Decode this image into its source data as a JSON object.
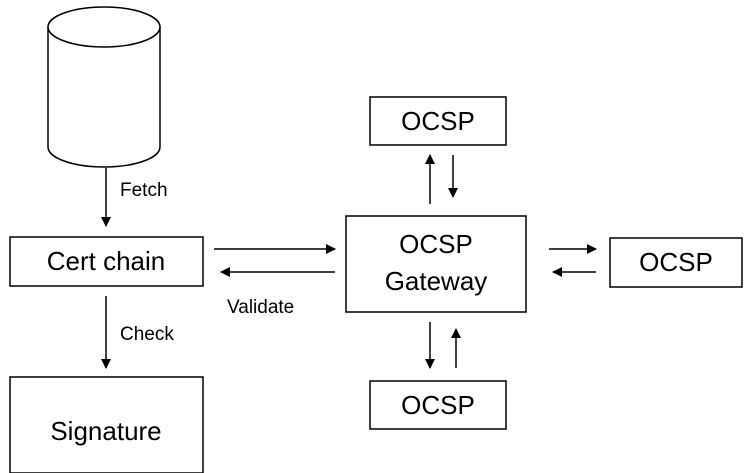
{
  "diagram": {
    "nodes": {
      "database": "",
      "cert_chain": "Cert chain",
      "signature": "Signature",
      "gateway_line1": "OCSP",
      "gateway_line2": "Gateway",
      "ocsp_top": "OCSP",
      "ocsp_right": "OCSP",
      "ocsp_bottom": "OCSP"
    },
    "edge_labels": {
      "fetch": "Fetch",
      "check": "Check",
      "validate": "Validate"
    },
    "colors": {
      "stroke": "#000000",
      "fill": "#ffffff",
      "text": "#000000"
    }
  }
}
